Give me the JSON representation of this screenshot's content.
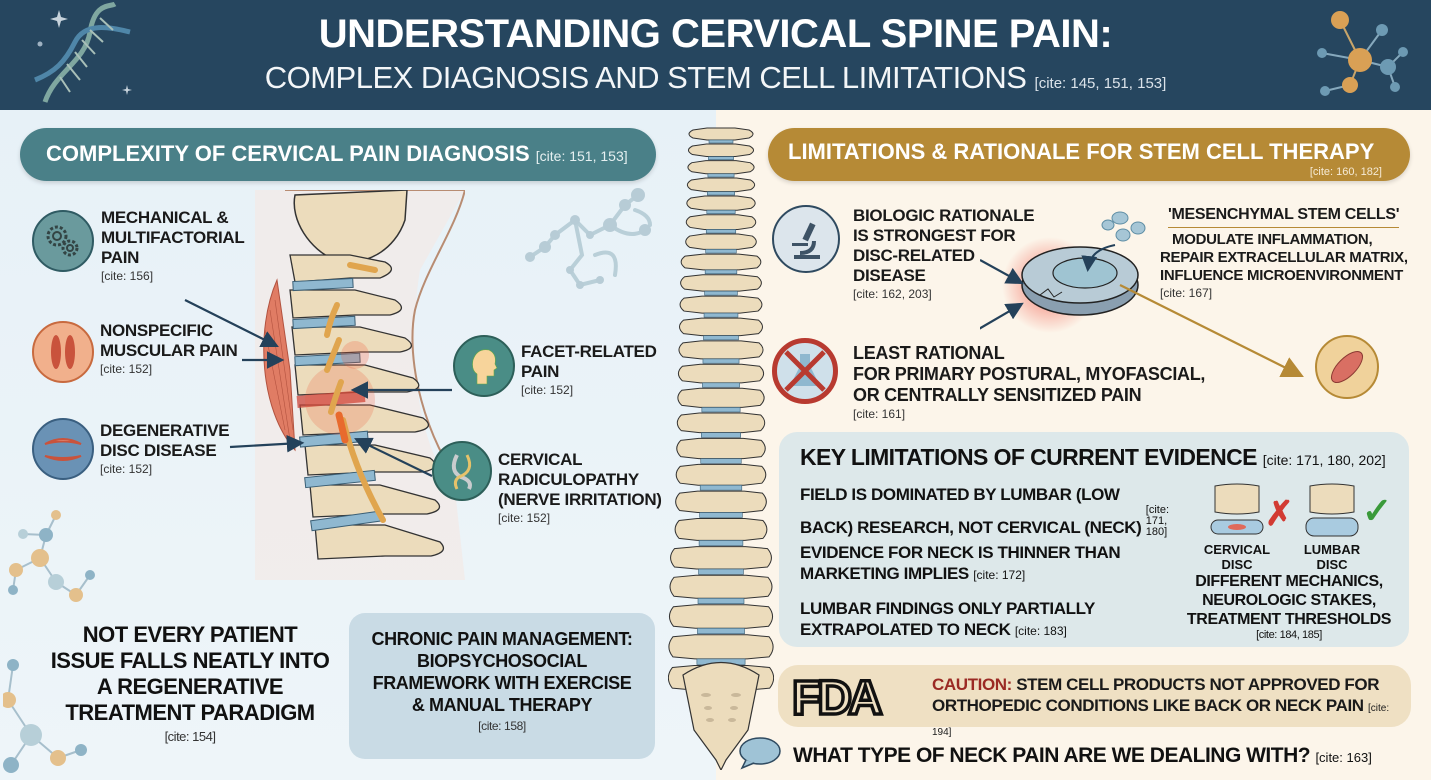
{
  "header": {
    "title_line1": "UNDERSTANDING CERVICAL SPINE PAIN:",
    "title_line2": "COMPLEX DIAGNOSIS AND STEM CELL LIMITATIONS",
    "title_cite": "[cite: 145, 151, 153]",
    "left_icon": "dna-helix-icon",
    "right_icon": "molecule-icon"
  },
  "left_section": {
    "heading": "COMPLEXITY OF CERVICAL PAIN DIAGNOSIS",
    "heading_cite": "[cite: 151, 153]",
    "pain_types": [
      {
        "title_lines": [
          "MECHANICAL &",
          "MULTIFACTORIAL",
          "PAIN"
        ],
        "cite": "[cite: 156]",
        "icon": "gears-icon"
      },
      {
        "title_lines": [
          "NONSPECIFIC",
          "MUSCULAR PAIN"
        ],
        "cite": "[cite: 152]",
        "icon": "muscle-icon"
      },
      {
        "title_lines": [
          "DEGENERATIVE",
          "DISC DISEASE"
        ],
        "cite": "[cite: 152]",
        "icon": "disc-icon"
      },
      {
        "title_lines": [
          "FACET-RELATED",
          "PAIN"
        ],
        "cite": "[cite: 152]",
        "icon": "head-profile-icon"
      },
      {
        "title_lines": [
          "CERVICAL",
          "RADICULOPATHY",
          "(NERVE IRRITATION)"
        ],
        "cite": "[cite: 152]",
        "icon": "nerve-icon"
      }
    ],
    "note": {
      "lines": [
        "NOT EVERY PATIENT",
        "ISSUE FALLS NEATLY INTO",
        "A REGENERATIVE",
        "TREATMENT PARADIGM"
      ],
      "cite": "[cite: 154]"
    },
    "chronic_box": {
      "lines": [
        "CHRONIC PAIN MANAGEMENT:",
        "BIOPSYCHOSOCIAL",
        "FRAMEWORK WITH EXERCISE",
        "& MANUAL THERAPY"
      ],
      "cite": "[cite: 158]"
    }
  },
  "right_section": {
    "heading": "LIMITATIONS & RATIONALE FOR STEM CELL THERAPY",
    "heading_cite": "[cite: 160, 182]",
    "biologic": {
      "lines": [
        "BIOLOGIC RATIONALE",
        "IS STRONGEST FOR",
        "DISC-RELATED",
        "DISEASE"
      ],
      "cite": "[cite: 162, 203]",
      "icon": "microscope-icon"
    },
    "msc": {
      "title": "'MESENCHYMAL STEM CELLS'",
      "lines": [
        "MODULATE INFLAMMATION,",
        "REPAIR EXTRACELLULAR MATRIX,",
        "INFLUENCE MICROENVIRONMENT"
      ],
      "cite": "[cite: 167]"
    },
    "least": {
      "lines": [
        "LEAST RATIONAL",
        "FOR PRIMARY POSTURAL, MYOFASCIAL,",
        "OR CENTRALLY SENSITIZED PAIN"
      ],
      "cite": "[cite: 161]",
      "icon": "prohibited-flask-icon"
    },
    "evidence": {
      "title": "KEY LIMITATIONS OF CURRENT EVIDENCE",
      "title_cite": "[cite: 171, 180, 202]",
      "items": [
        {
          "lines": [
            "FIELD IS DOMINATED BY LUMBAR (LOW",
            "BACK) RESEARCH, NOT CERVICAL (NECK)"
          ],
          "cite": "[cite: 171, 180]"
        },
        {
          "lines": [
            "EVIDENCE FOR NECK IS THINNER THAN",
            "MARKETING IMPLIES"
          ],
          "cite": "[cite: 172]"
        },
        {
          "lines": [
            "LUMBAR FINDINGS ONLY PARTIALLY",
            "EXTRAPOLATED TO NECK"
          ],
          "cite": "[cite: 183]"
        }
      ],
      "discs": [
        {
          "label_lines": [
            "CERVICAL",
            "DISC"
          ],
          "mark": "✗",
          "mark_color": "#d23b33"
        },
        {
          "label_lines": [
            "LUMBAR",
            "DISC"
          ],
          "mark": "✓",
          "mark_color": "#3a9a3a"
        }
      ],
      "difference_lines": [
        "DIFFERENT MECHANICS,",
        "NEUROLOGIC STAKES,",
        "TREATMENT THRESHOLDS"
      ],
      "difference_cite": "[cite: 184, 185]"
    },
    "fda": {
      "logo": "FDA",
      "caution_label": "CAUTION:",
      "line1": "STEM CELL PRODUCTS NOT APPROVED FOR",
      "line2": "ORTHOPEDIC CONDITIONS LIKE BACK OR NECK PAIN",
      "cite": "[cite: 194]"
    },
    "question": {
      "text": "WHAT TYPE OF NECK PAIN ARE WE DEALING WITH?",
      "cite": "[cite: 163]"
    }
  },
  "colors": {
    "header_bg": "#26465f",
    "left_accent": "#4a8088",
    "right_accent": "#b68a36",
    "caution_red": "#9b2a24",
    "bone": "#ecdcbc",
    "disc_blue": "#8fb8d0"
  }
}
